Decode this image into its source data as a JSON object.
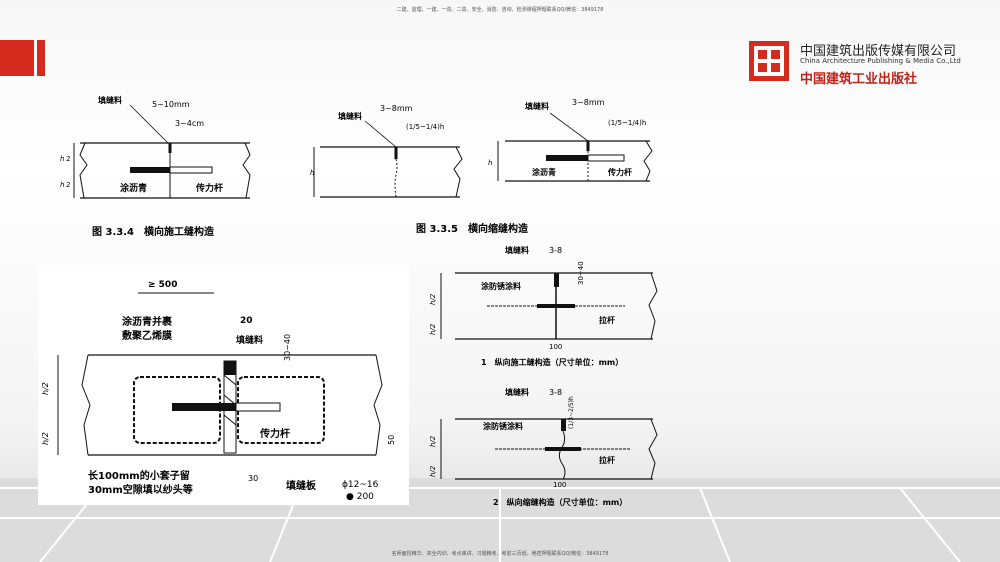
{
  "banner_top": "二建、监理、一建、一造、二造、安全、消防、咨询、检测课程押题联系QQ/微信：3849178",
  "banner_bottom": "名师面授精华、夹全内训、考点串讲、习题精考、考前三页纸、绝密押题联系QQ/微信：3849178",
  "publisher": {
    "name_cn": "中国建筑出版传媒有限公司",
    "name_en": "China Architecture Publishing & Media Co.,Ltd",
    "name_cn_stylized": "中国建筑工业出版社"
  },
  "colors": {
    "accent_red": "#d42b1e",
    "line": "#111111",
    "fill_dark": "#111111"
  },
  "fig334": {
    "caption": "图 3.3.4　横向施工缝构造",
    "label_fill": "填缝料",
    "dim_gap": "5~10mm",
    "dim_depth": "3~4cm",
    "label_asphalt": "涂沥青",
    "label_bar": "传力杆",
    "dim_h": "h",
    "dim_2": "2"
  },
  "fig335": {
    "caption": "图 3.3.5　横向缩缝构造",
    "label_fill_a": "填缝料",
    "label_fill_b": "填缝料",
    "dim_gap_a": "3~8mm",
    "dim_gap_b": "3~8mm",
    "frac_a": "(1/5~1/4)h",
    "frac_b": "(1/5~1/4)h",
    "label_asphalt": "涂沥青",
    "label_bar": "传力杆",
    "dim_h": "h"
  },
  "figleft": {
    "dim_500": "≥ 500",
    "label_asphalt1": "涂沥青并裹",
    "label_asphalt2": "敷聚乙烯膜",
    "dim_20": "20",
    "label_fill": "填缝料",
    "dim_3040": "30~40",
    "label_h2a": "h/2",
    "label_h2b": "h/2",
    "label_bar": "传力杆",
    "label_sleeve1": "长100mm的小套子留",
    "label_sleeve2": "30mm空隙填以纱头等",
    "dim_30": "30",
    "label_board": "填缝板",
    "label_rebar1": "ϕ12~16",
    "label_rebar2": "● 200",
    "dim_50": "50"
  },
  "fig1": {
    "label_fill": "填缝料",
    "dim_38": "3-8",
    "dim_3040": "30~40",
    "label_coat": "涂防锈涂料",
    "label_rod": "拉杆",
    "dim_100": "100",
    "h2a": "h/2",
    "h2b": "h/2",
    "caption": "1　纵向施工缝构造（尺寸单位：mm）"
  },
  "fig2": {
    "label_fill": "填缝料",
    "dim_38": "3-8",
    "dim_frac": "(1/3~2/5)h",
    "label_coat": "涂防锈涂料",
    "label_rod": "拉杆",
    "dim_100": "100",
    "h2a": "h/2",
    "h2b": "h/2",
    "caption": "2　纵向缩缝构造（尺寸单位：mm）"
  }
}
